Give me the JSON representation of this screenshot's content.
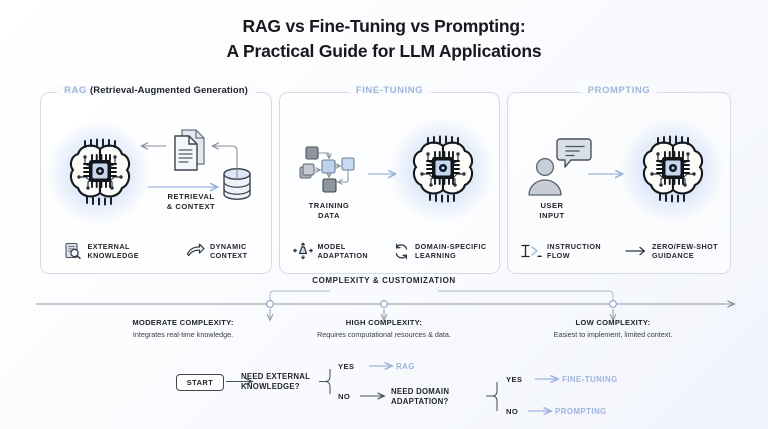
{
  "title": {
    "line1": "RAG vs Fine-Tuning vs Prompting:",
    "line2": "A Practical Guide for LLM Applications"
  },
  "colors": {
    "accent": "#9db4dd",
    "accent_line": "#a8bde0",
    "ink": "#22262c",
    "panel_border": "#d6dbe6",
    "background_start": "#ffffff",
    "background_end": "#f1f4fb"
  },
  "panels": [
    {
      "id": "rag",
      "title_accent": "RAG",
      "title_rest": "(Retrieval-Augmented Generation)",
      "flow_label_line1": "RETRIEVAL",
      "flow_label_line2": "& CONTEXT",
      "icons": [
        {
          "name": "document-search-icon",
          "label_line1": "EXTERNAL",
          "label_line2": "KNOWLEDGE"
        },
        {
          "name": "dynamic-arrow-icon",
          "label_line1": "DYNAMIC",
          "label_line2": "CONTEXT"
        }
      ]
    },
    {
      "id": "fine-tuning",
      "title_accent": "FINE-TUNING",
      "title_rest": "",
      "source_label_line1": "TRAINING",
      "source_label_line2": "DATA",
      "icons": [
        {
          "name": "model-adaptation-icon",
          "label_line1": "MODEL",
          "label_line2": "ADAPTATION"
        },
        {
          "name": "refresh-cycle-icon",
          "label_line1": "DOMAIN-SPECIFIC",
          "label_line2": "LEARNING"
        }
      ]
    },
    {
      "id": "prompting",
      "title_accent": "PROMPTING",
      "title_rest": "",
      "source_label_line1": "USER",
      "source_label_line2": "INPUT",
      "icons": [
        {
          "name": "terminal-prompt-icon",
          "label_line1": "INSTRUCTION",
          "label_line2": "FLOW"
        },
        {
          "name": "arrow-right-icon",
          "label_line1": "ZERO/FEW-SHOT",
          "label_line2": "GUIDANCE"
        }
      ]
    }
  ],
  "complexity": {
    "axis_label": "COMPLEXITY & CUSTOMIZATION",
    "markers": [
      {
        "x_pct": 35,
        "head": "MODERATE COMPLEXITY:",
        "sub": "Integrates real-time knowledge."
      },
      {
        "x_pct": 50,
        "head": "HIGH COMPLEXITY:",
        "sub": "Requires computational resources & data."
      },
      {
        "x_pct": 65,
        "head": "LOW COMPLEXITY:",
        "sub": "Easiest to implement, limited context."
      }
    ]
  },
  "decision_flow": {
    "start": "START",
    "q1_line1": "NEED EXTERNAL",
    "q1_line2": "KNOWLEDGE?",
    "q1_yes": "YES",
    "q1_no": "NO",
    "q1_yes_out": "RAG",
    "q2_line1": "NEED DOMAIN",
    "q2_line2": "ADAPTATION?",
    "q2_yes": "YES",
    "q2_no": "NO",
    "q2_yes_out": "FINE-TUNING",
    "q2_no_out": "PROMPTING"
  }
}
